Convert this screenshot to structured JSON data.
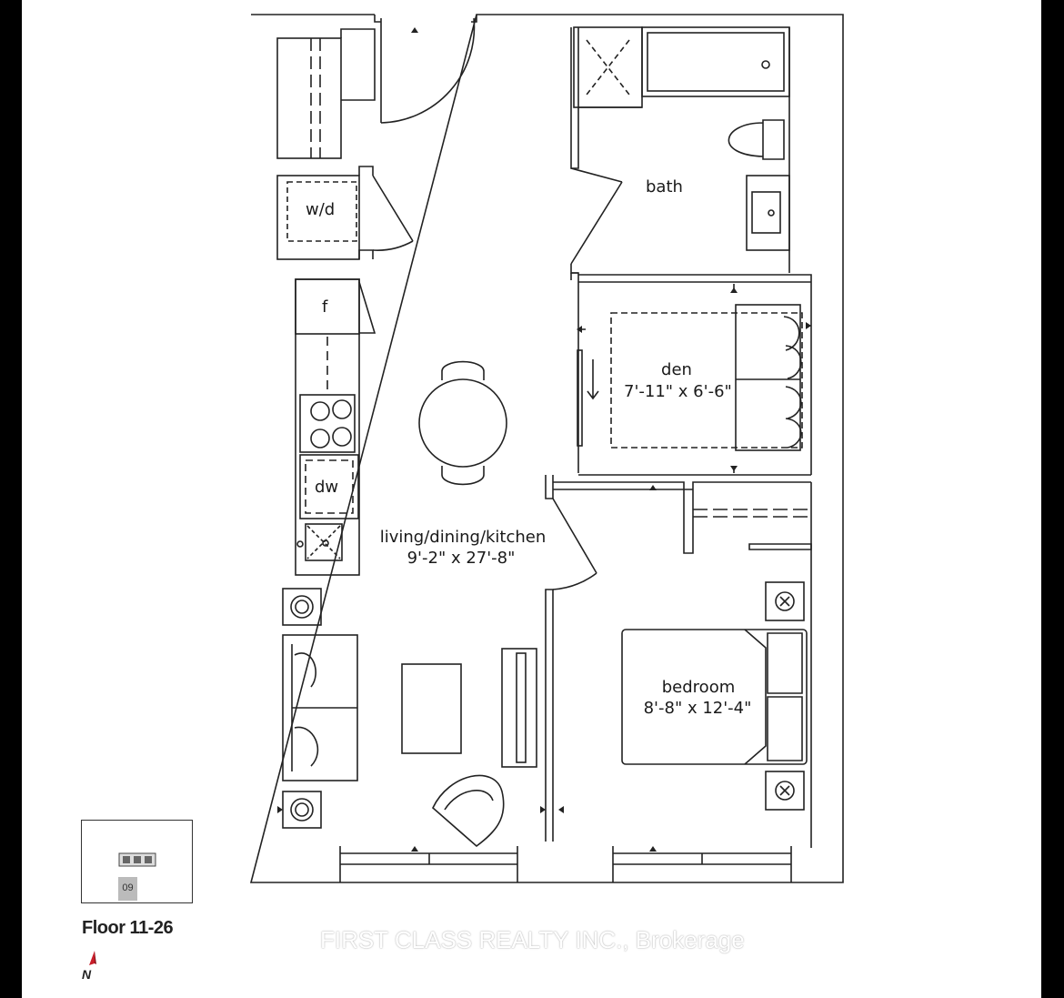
{
  "rooms": {
    "bath": {
      "name": "bath"
    },
    "den": {
      "name": "den",
      "size": "7'-11\" x 6'-6\""
    },
    "living": {
      "name": "living/dining/kitchen",
      "size": "9'-2\" x 27'-8\""
    },
    "bedroom": {
      "name": "bedroom",
      "size": "8'-8\" x 12'-4\""
    }
  },
  "appliances": {
    "washer_dryer": "w/d",
    "fridge": "f",
    "dishwasher": "dw"
  },
  "keyplan": {
    "unit_number": "09"
  },
  "floor_label": "Floor 11-26",
  "north_label": "N",
  "watermark": "FIRST CLASS REALTY INC., Brokerage",
  "colors": {
    "frame": "#000000",
    "line": "#222222",
    "north_arrow": "#c81e2a"
  }
}
